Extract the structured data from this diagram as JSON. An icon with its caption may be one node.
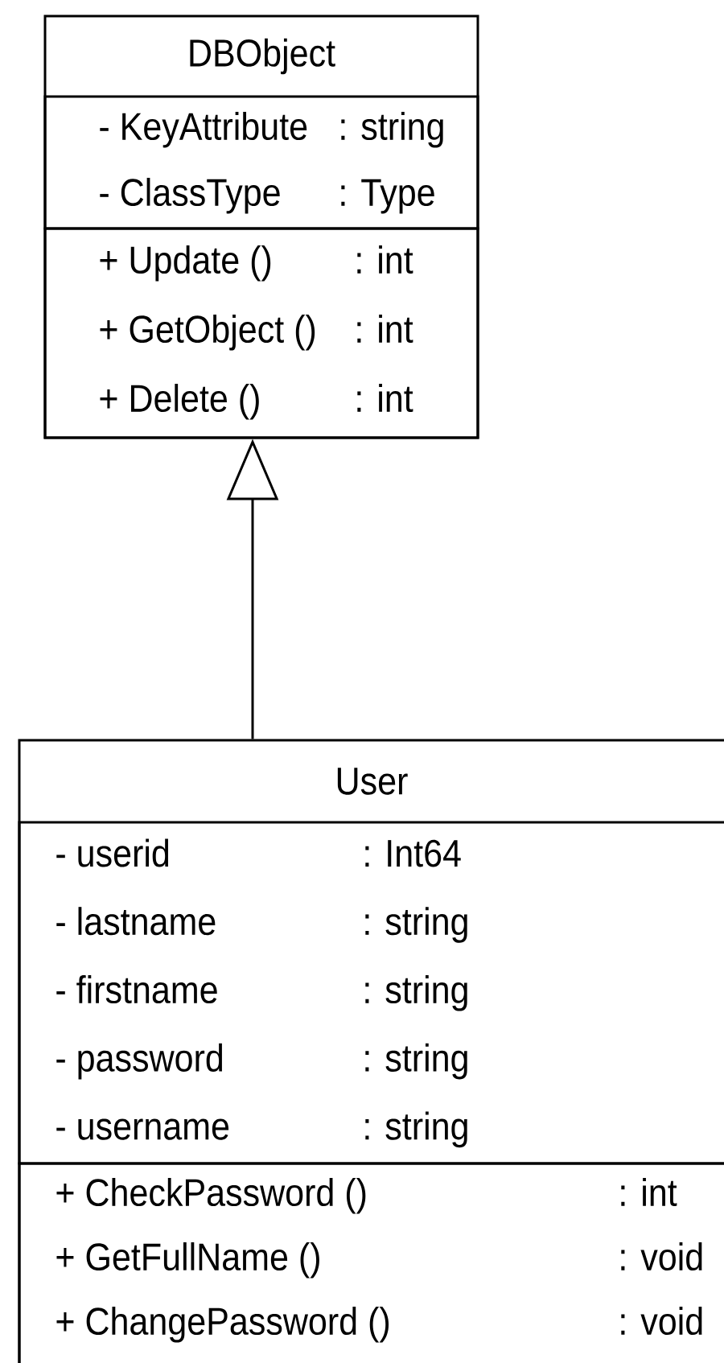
{
  "diagram": {
    "nodes": [
      {
        "text": [
          "DBObject"
        ]
      },
      {
        "text": [
          "- KeyAttribute",
          ": string",
          "- ClassType",
          ": Type"
        ],
        "in": 0
      },
      {
        "text": [
          "+ Update ()",
          ": int",
          "+ GetObject ()",
          ": int",
          "+ Delete ()",
          ": int"
        ],
        "in": 0
      },
      {
        "text": [
          "User"
        ]
      },
      {
        "text": [
          "- userid",
          ": Int64",
          "- lastname",
          ": string",
          "- firstname",
          ": string",
          "- password",
          ": string",
          "- username",
          ": string"
        ],
        "in": 3
      },
      {
        "text": [
          "+ CheckPassword ()",
          ": int",
          "+ GetFullName ()",
          ": void",
          "+ ChangePassword ()",
          ": void"
        ],
        "in": 3
      }
    ],
    "edges": [
      {
        "from": 3,
        "to": 0,
        "arrow": "to"
      }
    ]
  }
}
